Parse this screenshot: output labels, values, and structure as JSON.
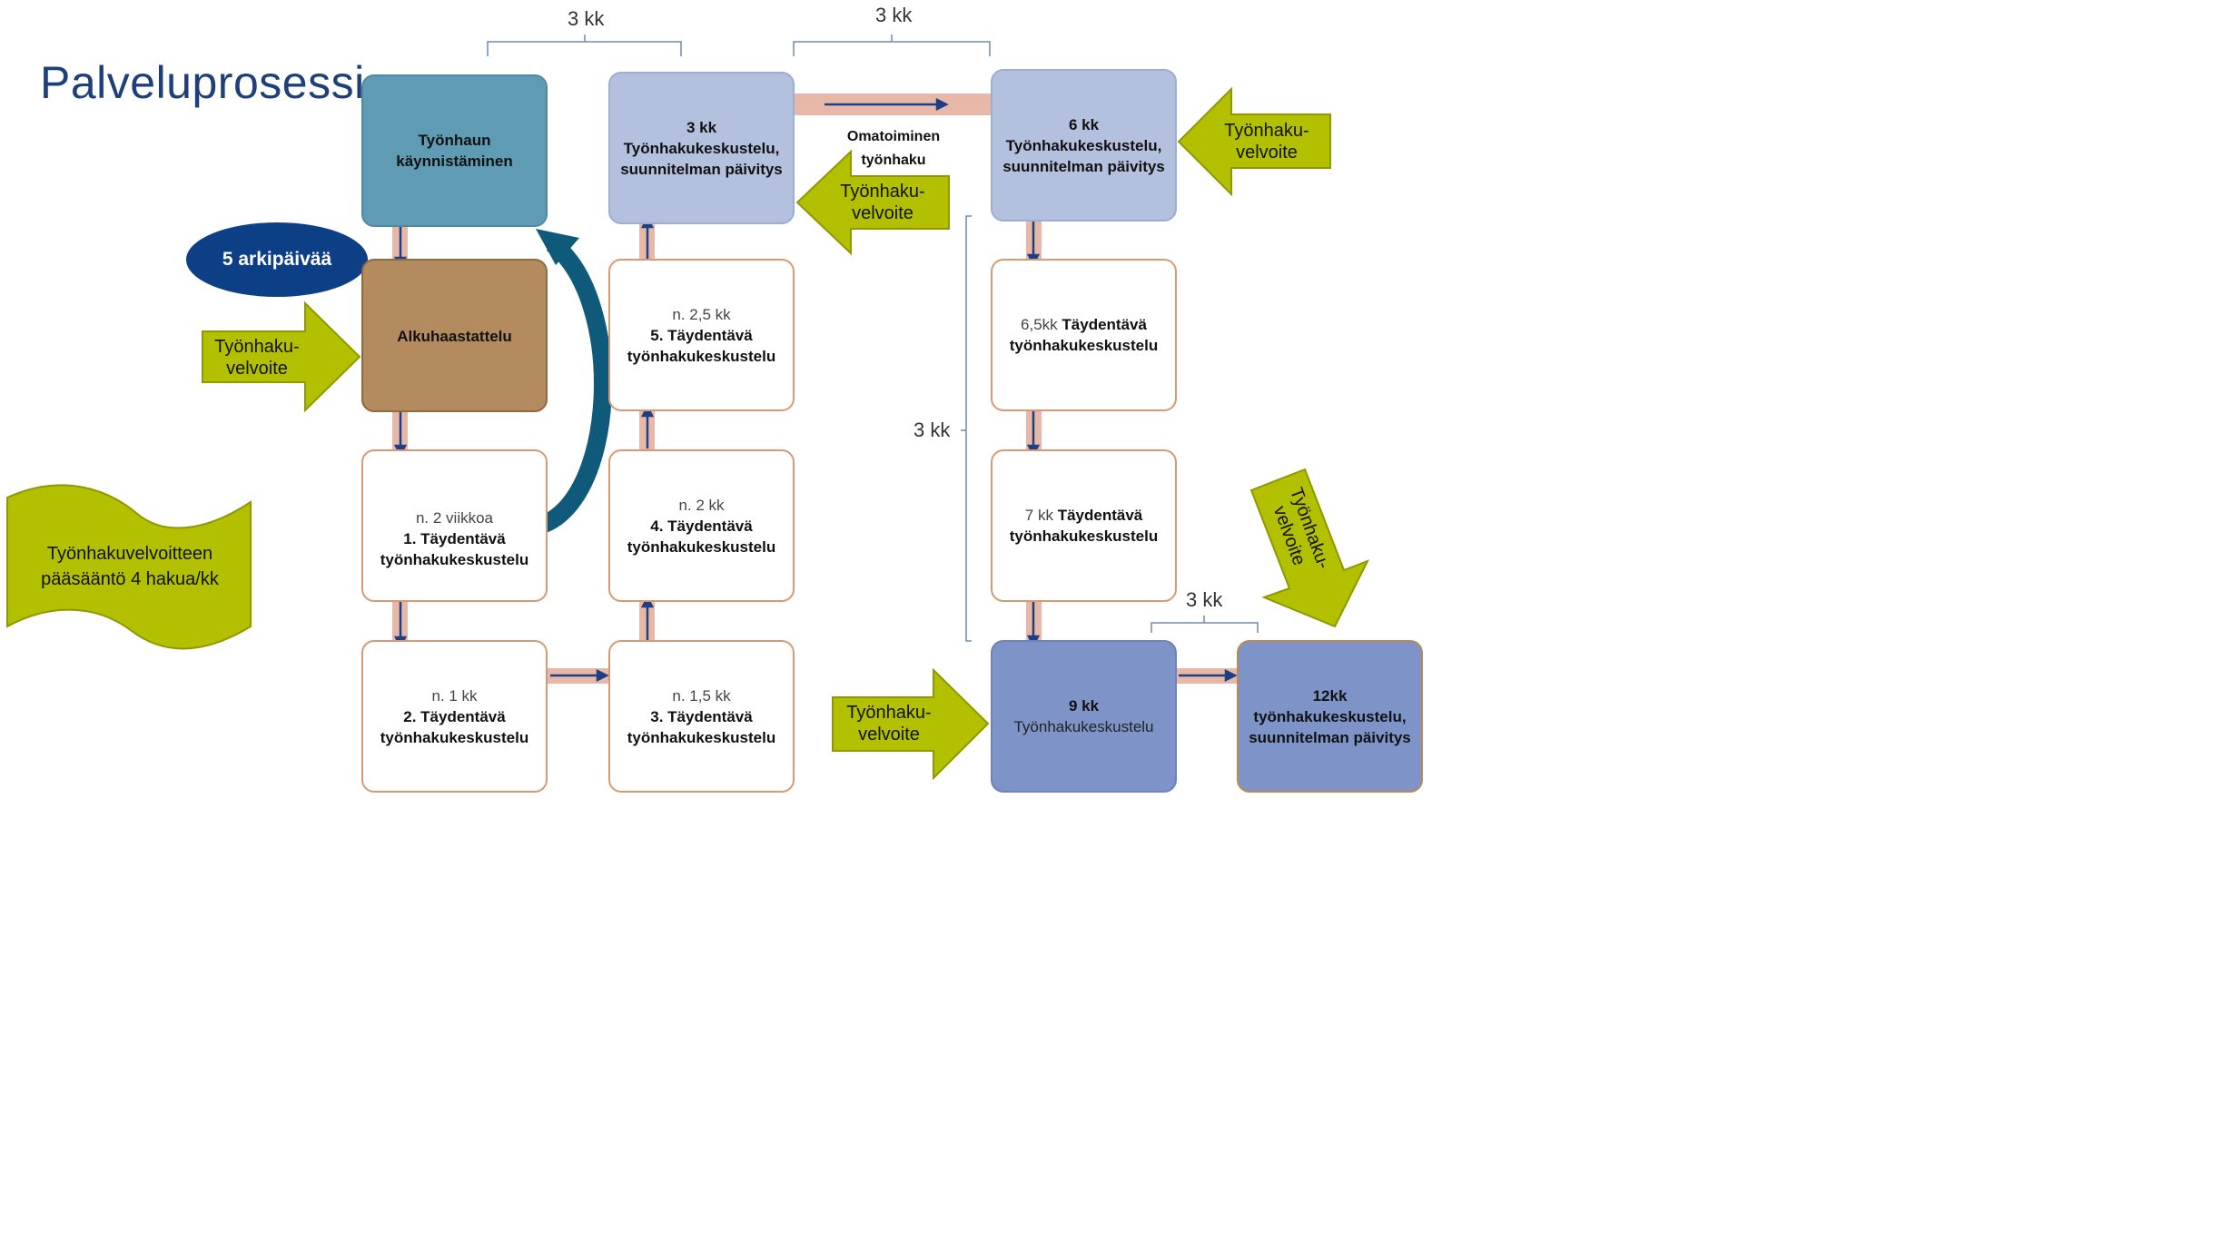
{
  "title": "Palveluprosessi",
  "brackets": {
    "top_left": "3 kk",
    "top_right": "3 kk",
    "right_vertical": "3 kk",
    "bottom_right": "3 kk"
  },
  "oval": "5 arkipäivää",
  "omatoiminen": [
    "Omatoiminen",
    "työnhaku"
  ],
  "tyonhakuvelvoite": [
    "Työnhaku-",
    "velvoite"
  ],
  "flag": [
    "Työnhakuvelvoitteen",
    "pääsääntö 4 hakua/kk"
  ],
  "boxes": {
    "kaynnistaminen": [
      "Työnhaun",
      "käynnistäminen"
    ],
    "alkuhaastattelu": "Alkuhaastattelu",
    "b1": {
      "time": "n. 2 viikkoa",
      "title": "1. Täydentävä",
      "sub": "työnhakukeskustelu"
    },
    "b2": {
      "time": "n. 1 kk",
      "title": "2. Täydentävä",
      "sub": "työnhakukeskustelu"
    },
    "b3": {
      "time": "n. 1,5 kk",
      "title": "3. Täydentävä",
      "sub": "työnhakukeskustelu"
    },
    "b4": {
      "time": "n. 2 kk",
      "title": "4. Täydentävä",
      "sub": "työnhakukeskustelu"
    },
    "b5": {
      "time": "n. 2,5 kk",
      "title": "5. Täydentävä",
      "sub": "työnhakukeskustelu"
    },
    "k3": {
      "time": "3 kk",
      "title": "Työnhakukeskustelu,",
      "sub": "suunnitelman päivitys"
    },
    "k6": {
      "time": "6 kk",
      "title": "Työnhakukeskustelu,",
      "sub": "suunnitelman päivitys"
    },
    "k65": {
      "time": "6,5kk",
      "title": "Täydentävä",
      "sub": "työnhakukeskustelu"
    },
    "k7": {
      "time": "7 kk",
      "title": "Täydentävä",
      "sub": "työnhakukeskustelu"
    },
    "k9": {
      "time": "9 kk",
      "sub": "Työnhakukeskustelu"
    },
    "k12": {
      "time": "12kk",
      "title": "työnhakukeskustelu,",
      "sub": "suunnitelman päivitys"
    }
  },
  "colors": {
    "connector": "#e7b8a7",
    "arrow_blue": "#1d3f86",
    "green_arrow": "#b3c000",
    "green_arrow_border": "#8f9800",
    "curve": "#0f5a7a"
  }
}
